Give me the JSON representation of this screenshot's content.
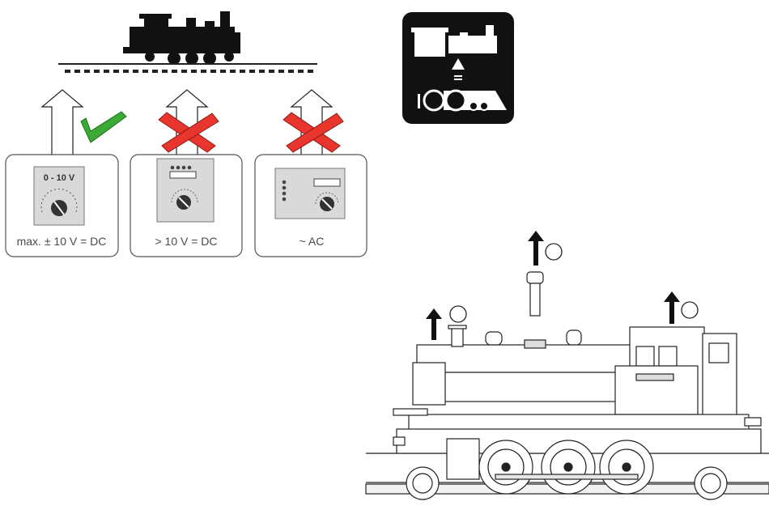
{
  "options": [
    {
      "panel_label": "0 - 10 V",
      "caption": "max. ± 10 V = DC",
      "status": "allowed",
      "status_icon": "check-icon"
    },
    {
      "panel_label": "",
      "caption": "> 10 V = DC",
      "status": "forbidden",
      "status_icon": "cross-icon"
    },
    {
      "panel_label": "",
      "caption": "~ AC",
      "status": "forbidden",
      "status_icon": "cross-icon"
    }
  ],
  "colors": {
    "check": "#3aaa35",
    "cross": "#e8352e",
    "panel_gray": "#d9d9d9",
    "icon_black": "#111111"
  },
  "icons": [
    "locomotive-silhouette-icon",
    "loco-function-pictogram-icon",
    "up-arrow-icon",
    "step-circle-icon"
  ]
}
